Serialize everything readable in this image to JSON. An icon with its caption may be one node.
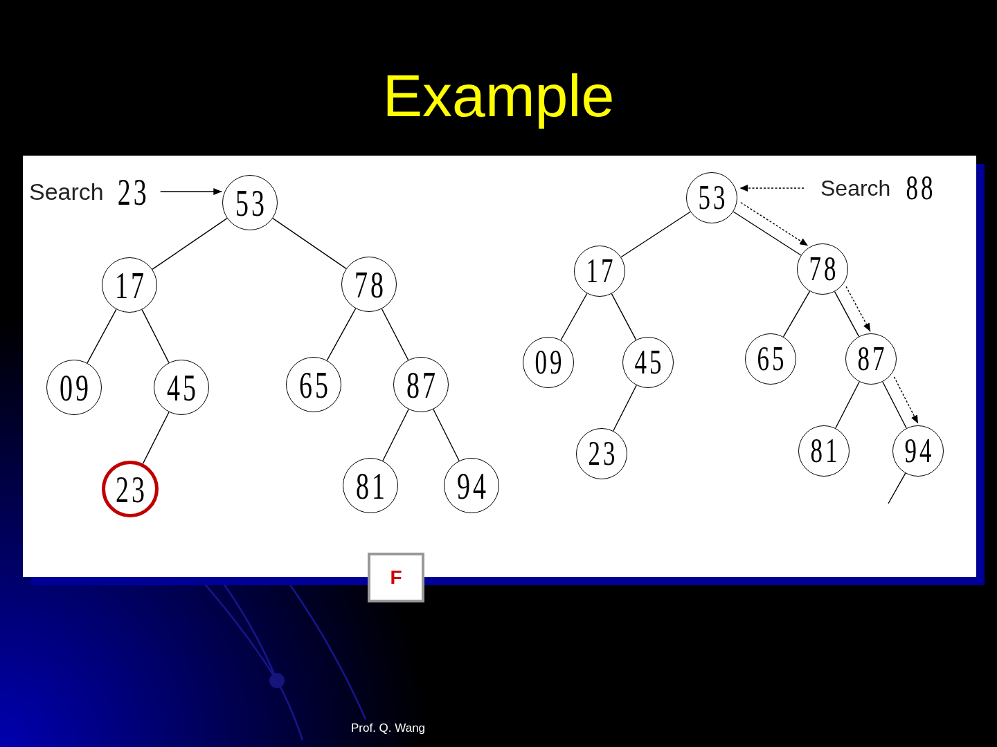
{
  "diagram": {
    "title": "Example",
    "nodes": [
      {
        "text": [
          "Search",
          "23"
        ]
      },
      {
        "text": [
          "53"
        ]
      },
      {
        "text": [
          "17"
        ]
      },
      {
        "text": [
          "78"
        ]
      },
      {
        "text": [
          "09"
        ]
      },
      {
        "text": [
          "45"
        ]
      },
      {
        "text": [
          "65"
        ]
      },
      {
        "text": [
          "87"
        ]
      },
      {
        "text": [
          "23"
        ]
      },
      {
        "text": [
          "81"
        ]
      },
      {
        "text": [
          "94"
        ]
      },
      {
        "text": [
          "53"
        ]
      },
      {
        "text": [
          "Search",
          "88"
        ]
      },
      {
        "text": [
          "17"
        ]
      },
      {
        "text": [
          "78"
        ]
      },
      {
        "text": [
          "09"
        ]
      },
      {
        "text": [
          "45"
        ]
      },
      {
        "text": [
          "65"
        ]
      },
      {
        "text": [
          "87"
        ]
      },
      {
        "text": [
          "23"
        ]
      },
      {
        "text": [
          "81"
        ]
      },
      {
        "text": [
          "94"
        ]
      },
      {
        "text": [
          "F"
        ]
      }
    ],
    "edges": [
      {
        "from": 0,
        "to": 1,
        "arrow": "to"
      },
      {
        "from": 1,
        "to": 2,
        "arrow": "none"
      },
      {
        "from": 1,
        "to": 3,
        "arrow": "none"
      },
      {
        "from": 2,
        "to": 4,
        "arrow": "none"
      },
      {
        "from": 2,
        "to": 5,
        "arrow": "none"
      },
      {
        "from": 5,
        "to": 8,
        "arrow": "none"
      },
      {
        "from": 3,
        "to": 6,
        "arrow": "none"
      },
      {
        "from": 3,
        "to": 7,
        "arrow": "none"
      },
      {
        "from": 7,
        "to": 9,
        "arrow": "none"
      },
      {
        "from": 7,
        "to": 10,
        "arrow": "none"
      },
      {
        "from": 12,
        "to": 11,
        "arrow": "to",
        "style": "dashed"
      },
      {
        "from": 11,
        "to": 13,
        "arrow": "none"
      },
      {
        "from": 11,
        "to": 14,
        "arrow": "none"
      },
      {
        "from": 13,
        "to": 15,
        "arrow": "none"
      },
      {
        "from": 13,
        "to": 16,
        "arrow": "none"
      },
      {
        "from": 16,
        "to": 19,
        "arrow": "none"
      },
      {
        "from": 14,
        "to": 17,
        "arrow": "none"
      },
      {
        "from": 14,
        "to": 18,
        "arrow": "none"
      },
      {
        "from": 18,
        "to": 20,
        "arrow": "none"
      },
      {
        "from": 18,
        "to": 21,
        "arrow": "none"
      },
      {
        "from": 21,
        "to": null,
        "arrow": "none"
      },
      {
        "from": 11,
        "to": 14,
        "arrow": "to",
        "style": "dashed"
      },
      {
        "from": 14,
        "to": 18,
        "arrow": "to",
        "style": "dashed"
      },
      {
        "from": 18,
        "to": 21,
        "arrow": "to",
        "style": "dashed"
      }
    ],
    "labels": [
      "Prof. Q. Wang"
    ]
  }
}
